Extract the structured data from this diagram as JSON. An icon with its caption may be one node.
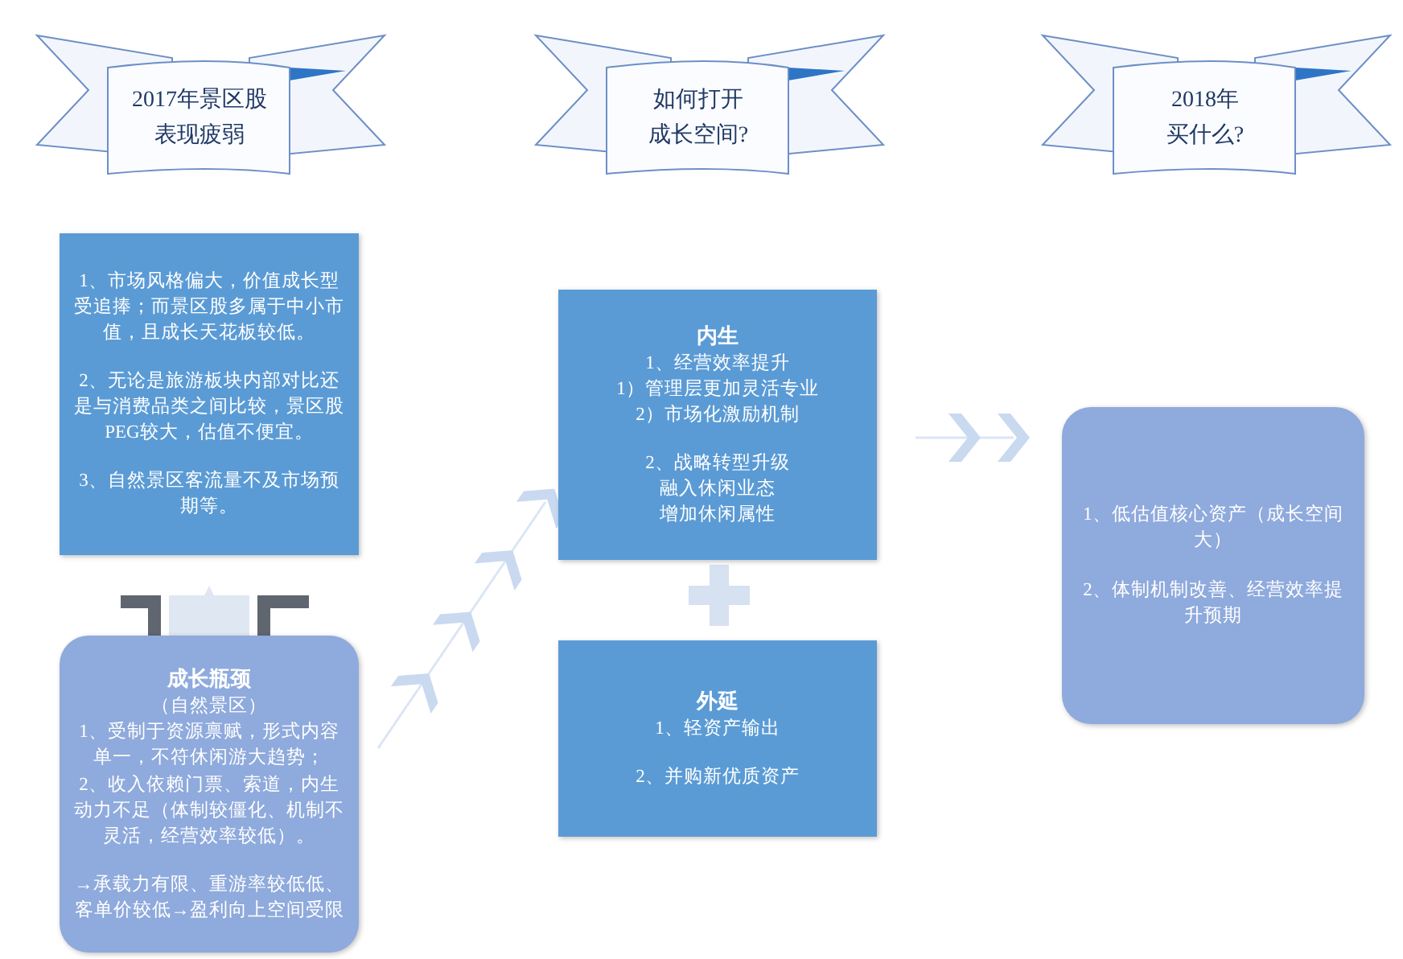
{
  "diagram": {
    "nodes": [
      {
        "text": [
          "2017年景区股表现疲弱"
        ]
      },
      {
        "text": [
          "如何打开成长空间?"
        ]
      },
      {
        "text": [
          "2018年买什么?"
        ]
      },
      {
        "text": [
          "1、市场风格偏大，价值成长型受追捧；而景区股多属于中小市值，且成长天花板较低。",
          "2、无论是旅游板块内部对比还是与消费品类之间比较，景区股PEG较大，估值不便宜。",
          "3、自然景区客流量不及市场预期等。"
        ]
      },
      {
        "text": [
          "成长瓶颈",
          "（自然景区）",
          "1、受制于资源禀赋，形式内容单一，不符休闲游大趋势；",
          "2、收入依赖门票、索道，内生动力不足（体制较僵化、机制不灵活，经营效率较低）。",
          "→承载力有限、重游率较低低、客单价较低→盈利向上空间受限"
        ]
      },
      {
        "text": [
          "内生",
          "1、经营效率提升",
          "1）管理层更加灵活专业",
          "2）市场化激励机制",
          "2、战略转型升级",
          "融入休闲业态",
          "增加休闲属性"
        ]
      },
      {
        "text": [
          "外延",
          "1、轻资产输出",
          "2、并购新优质资产"
        ]
      },
      {
        "text": [
          "1、低估值核心资产（成长空间大）",
          "2、体制机制改善、经营效率提升预期"
        ]
      }
    ],
    "edges": [
      {
        "from": 4,
        "to": 3,
        "arrow": "to",
        "style": "thick"
      },
      {
        "from": 4,
        "to": 5,
        "arrow": "to"
      },
      {
        "from": 5,
        "to": 7,
        "arrow": "to"
      }
    ]
  }
}
